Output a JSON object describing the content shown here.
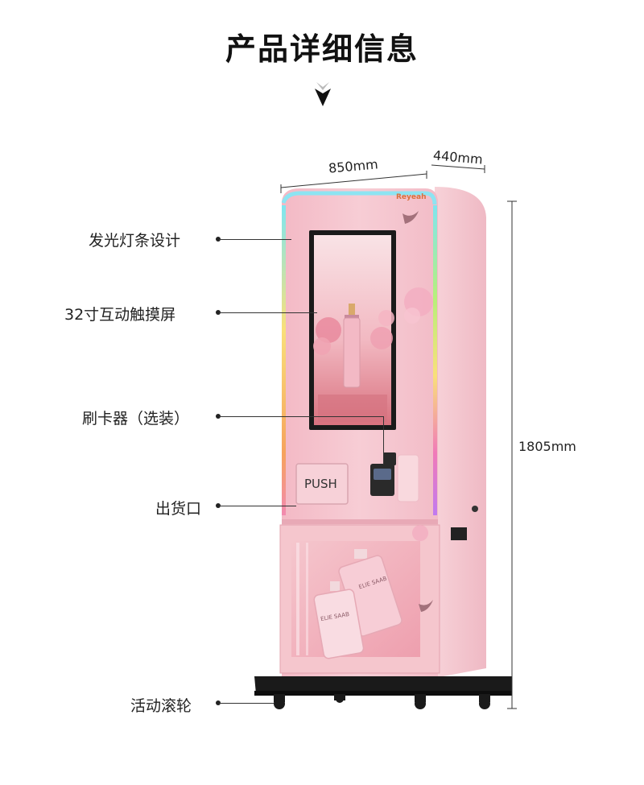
{
  "page": {
    "title": "产品详细信息"
  },
  "dimensions": {
    "width": "850mm",
    "depth": "440mm",
    "height": "1805mm"
  },
  "machine": {
    "brand": "Reyeah",
    "push_label": "PUSH",
    "bottle_text_1": "ELIE SAAB",
    "bottle_text_2": "ELIE SAAB"
  },
  "features": [
    {
      "label": "发光灯条设计"
    },
    {
      "label": "32寸互动触摸屏"
    },
    {
      "label": "刷卡器（选装）"
    },
    {
      "label": "出货口"
    },
    {
      "label": "活动滚轮"
    }
  ],
  "colors": {
    "body_pink": "#f4c2cc",
    "body_light": "#f8d4da",
    "shadow_pink": "#e6a9b5",
    "base_black": "#1a1a1a"
  }
}
